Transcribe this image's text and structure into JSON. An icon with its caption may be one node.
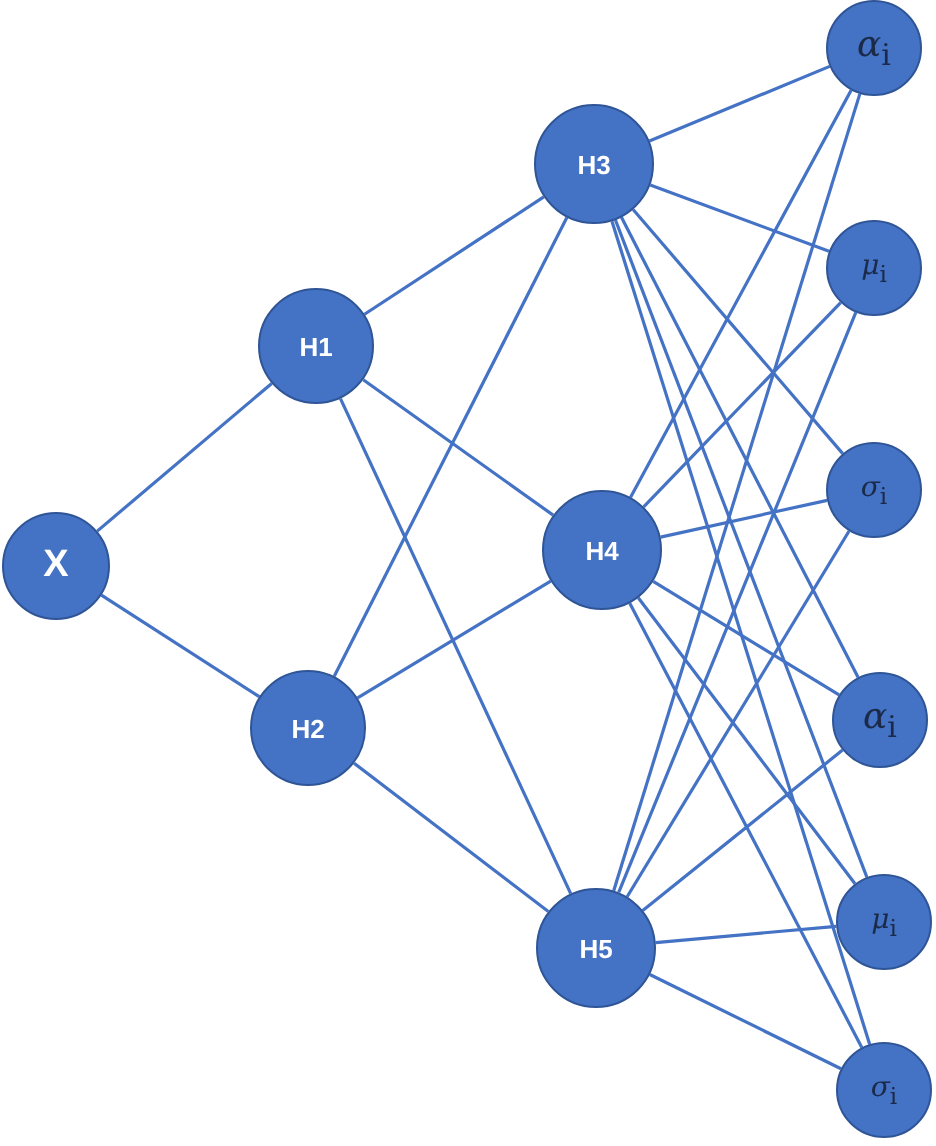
{
  "diagram": {
    "nodes": [
      {
        "text": [
          "X"
        ]
      },
      {
        "text": [
          "H1"
        ]
      },
      {
        "text": [
          "H2"
        ]
      },
      {
        "text": [
          "H3"
        ]
      },
      {
        "text": [
          "H4"
        ]
      },
      {
        "text": [
          "H5"
        ]
      },
      {
        "text": [
          "*α*$_{i}$"
        ]
      },
      {
        "text": [
          "*μ*$_{i}$"
        ]
      },
      {
        "text": [
          "*σ*$_{i}$"
        ]
      },
      {
        "text": [
          "*α*$_{i}$"
        ]
      },
      {
        "text": [
          "*μ*$_{i}$"
        ]
      },
      {
        "text": [
          "*σ*$_{i}$"
        ]
      }
    ],
    "edges": [
      {
        "from": 0,
        "to": 1,
        "arrow": "none"
      },
      {
        "from": 0,
        "to": 2,
        "arrow": "none"
      },
      {
        "from": 1,
        "to": 3,
        "arrow": "none"
      },
      {
        "from": 1,
        "to": 4,
        "arrow": "none"
      },
      {
        "from": 1,
        "to": 5,
        "arrow": "none"
      },
      {
        "from": 2,
        "to": 3,
        "arrow": "none"
      },
      {
        "from": 2,
        "to": 4,
        "arrow": "none"
      },
      {
        "from": 2,
        "to": 5,
        "arrow": "none"
      },
      {
        "from": 3,
        "to": 6,
        "arrow": "none"
      },
      {
        "from": 3,
        "to": 7,
        "arrow": "none"
      },
      {
        "from": 3,
        "to": 8,
        "arrow": "none"
      },
      {
        "from": 3,
        "to": 9,
        "arrow": "none"
      },
      {
        "from": 3,
        "to": 10,
        "arrow": "none"
      },
      {
        "from": 3,
        "to": 11,
        "arrow": "none"
      },
      {
        "from": 4,
        "to": 6,
        "arrow": "none"
      },
      {
        "from": 4,
        "to": 7,
        "arrow": "none"
      },
      {
        "from": 4,
        "to": 8,
        "arrow": "none"
      },
      {
        "from": 4,
        "to": 9,
        "arrow": "none"
      },
      {
        "from": 4,
        "to": 10,
        "arrow": "none"
      },
      {
        "from": 4,
        "to": 11,
        "arrow": "none"
      },
      {
        "from": 5,
        "to": 6,
        "arrow": "none"
      },
      {
        "from": 5,
        "to": 7,
        "arrow": "none"
      },
      {
        "from": 5,
        "to": 8,
        "arrow": "none"
      },
      {
        "from": 5,
        "to": 9,
        "arrow": "none"
      },
      {
        "from": 5,
        "to": 10,
        "arrow": "none"
      },
      {
        "from": 5,
        "to": 11,
        "arrow": "none"
      }
    ]
  }
}
